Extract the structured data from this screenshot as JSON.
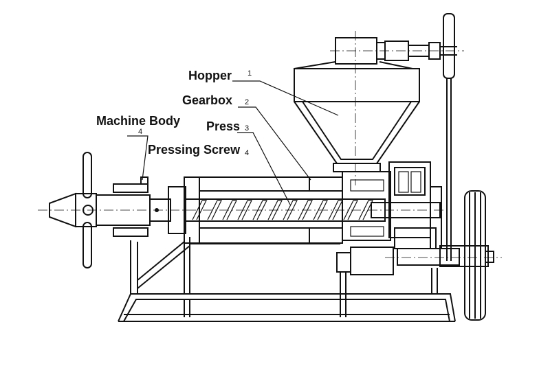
{
  "labels": {
    "hopper": {
      "text": "Hopper",
      "num": "1"
    },
    "gearbox": {
      "text": "Gearbox",
      "num": "2"
    },
    "press": {
      "text": "Press",
      "num": "3"
    },
    "pressing_screw": {
      "text": "Pressing Screw",
      "num": "4"
    },
    "machine_body": {
      "text": "Machine Body",
      "num": "4"
    }
  }
}
